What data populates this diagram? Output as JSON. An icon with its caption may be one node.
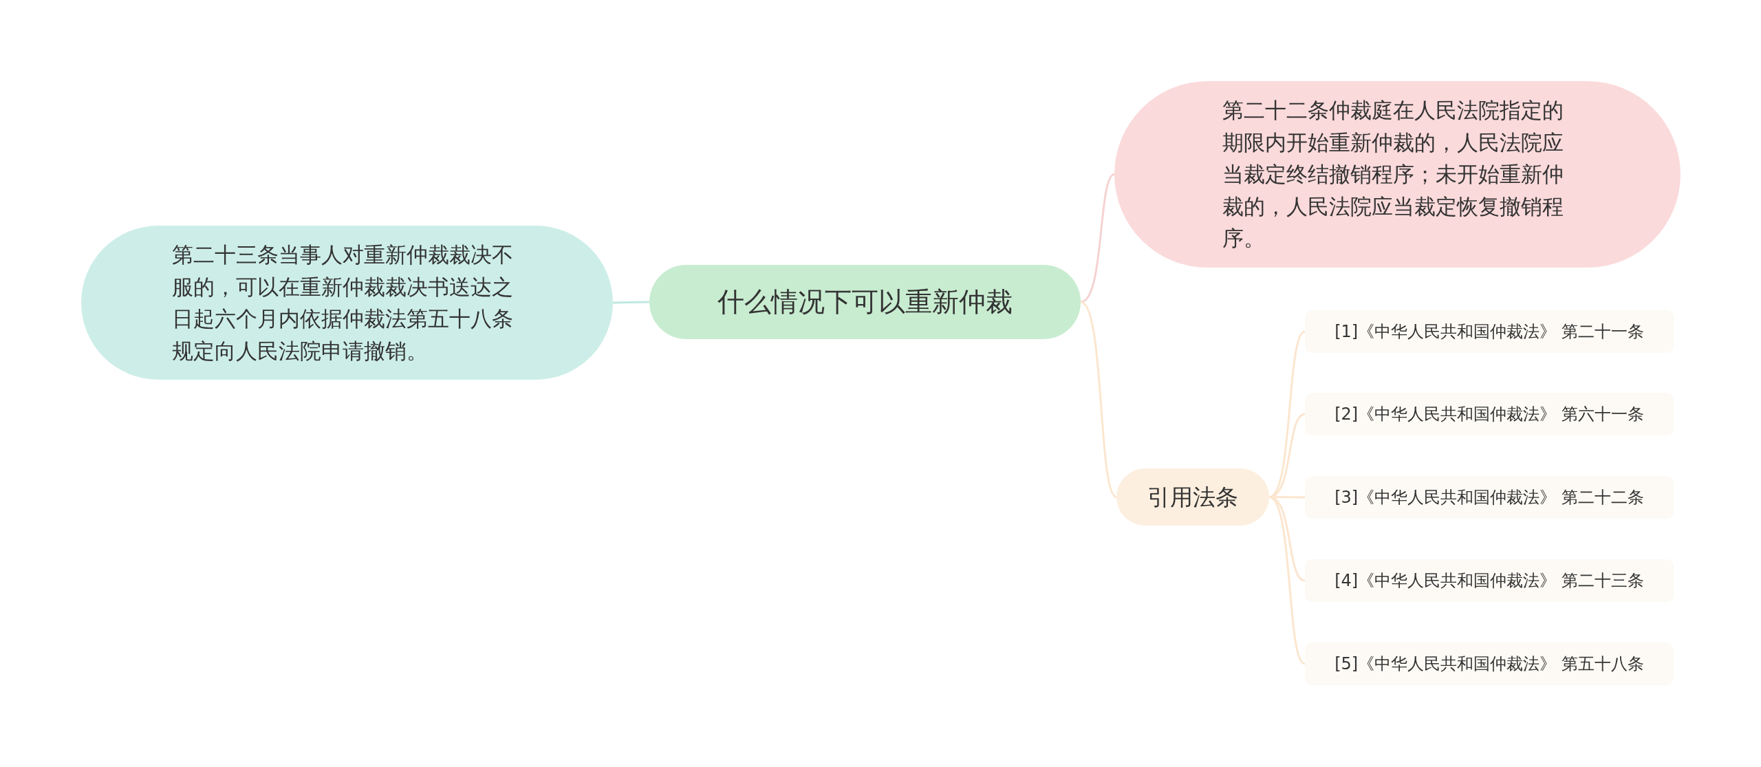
{
  "diagram": {
    "nodes": [
      {
        "text": [
          "什么情况下可以重新仲裁"
        ]
      },
      {
        "text": [
          "第二十三条当事人对重新仲裁裁决不服的，可以在重新仲裁裁决书送达之日起六个月内依据仲裁法第五十八条规定向人民法院申请撤销。"
        ]
      },
      {
        "text": [
          "第二十二条仲裁庭在人民法院指定的期限内开始重新仲裁的，人民法院应当裁定终结撤销程序；未开始重新仲裁的，人民法院应当裁定恢复撤销程序。"
        ]
      },
      {
        "text": [
          "引用法条"
        ]
      },
      {
        "text": [
          "[1]《中华人民共和国仲裁法》 第二十一条"
        ]
      },
      {
        "text": [
          "[2]《中华人民共和国仲裁法》 第六十一条"
        ]
      },
      {
        "text": [
          "[3]《中华人民共和国仲裁法》 第二十二条"
        ]
      },
      {
        "text": [
          "[4]《中华人民共和国仲裁法》 第二十三条"
        ]
      },
      {
        "text": [
          "[5]《中华人民共和国仲裁法》 第五十八条"
        ]
      }
    ],
    "edges": [
      {
        "from": 0,
        "to": 1,
        "arrow": "none",
        "color": "#bfe9e1"
      },
      {
        "from": 0,
        "to": 2,
        "arrow": "none",
        "color": "#f6d2d2"
      },
      {
        "from": 0,
        "to": 3,
        "arrow": "none"
      },
      {
        "from": 3,
        "to": 4,
        "arrow": "none"
      },
      {
        "from": 3,
        "to": 5,
        "arrow": "none"
      },
      {
        "from": 3,
        "to": 6,
        "arrow": "none"
      },
      {
        "from": 3,
        "to": 7,
        "arrow": "none"
      },
      {
        "from": 3,
        "to": 8,
        "arrow": "none"
      }
    ]
  }
}
